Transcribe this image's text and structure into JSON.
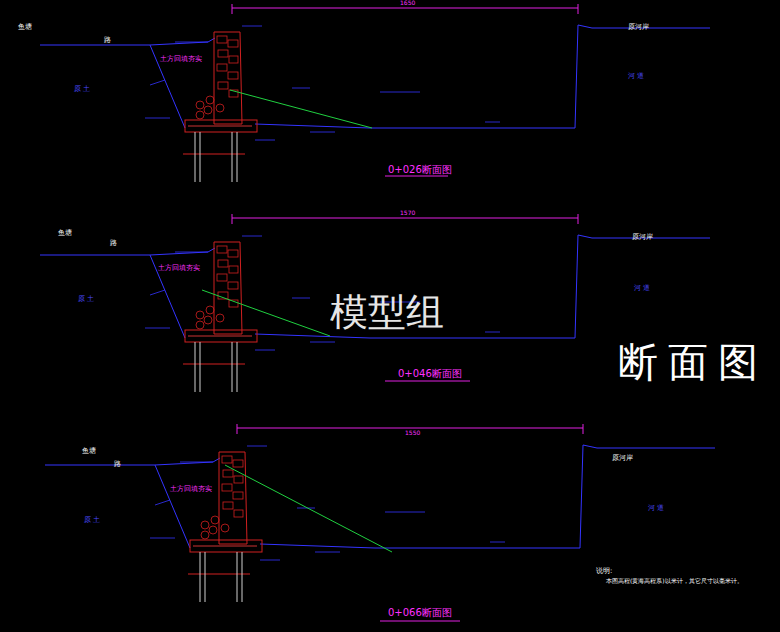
{
  "diagram": {
    "title": "断面图",
    "labels": [
      "鱼塘",
      "路",
      "土方回填夯实",
      "原 土",
      "河 道",
      "原河岸",
      "1650",
      "0+026断面图",
      "鱼塘",
      "路",
      "土方回填夯实",
      "原 土",
      "河 道",
      "原河岸",
      "1570",
      "0+046断面图",
      "鱼塘",
      "路",
      "土方回填夯实",
      "原 土",
      "河 道",
      "原河岸",
      "1550",
      "0+066断面图",
      "模型组",
      "说明:",
      "本图高程(黄海高程系)以米计，其它尺寸以毫米计。"
    ]
  }
}
